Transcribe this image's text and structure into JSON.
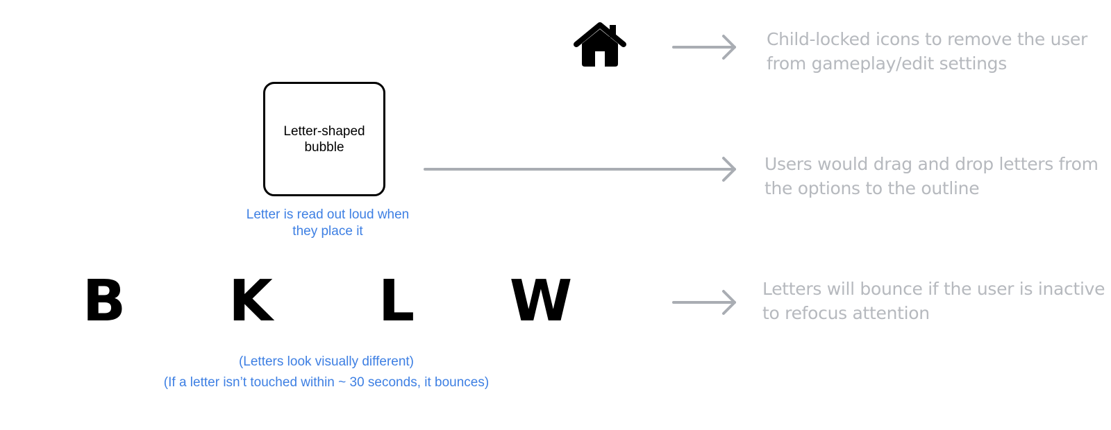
{
  "icons": {
    "home": "home-icon"
  },
  "bubble": {
    "label": "Letter-shaped bubble",
    "caption": "Letter is read out loud when they place it"
  },
  "descriptions": {
    "top": [
      "Child-locked icons to remove the user",
      "from gameplay/edit settings"
    ],
    "middle": [
      "Users would drag and drop letters from",
      "the options to the outline"
    ],
    "bottom": [
      "Letters will bounce if the user is inactive",
      "to refocus attention"
    ]
  },
  "letters": [
    "B",
    "K",
    "L",
    "W"
  ],
  "letters_notes": [
    "(Letters look visually different)",
    "(If a letter isn’t touched within ~ 30 seconds, it bounces)"
  ],
  "colors": {
    "annotation_blue": "#3d7fe3",
    "description_gray": "#b6b9be",
    "arrow_gray": "#a9adb3"
  }
}
